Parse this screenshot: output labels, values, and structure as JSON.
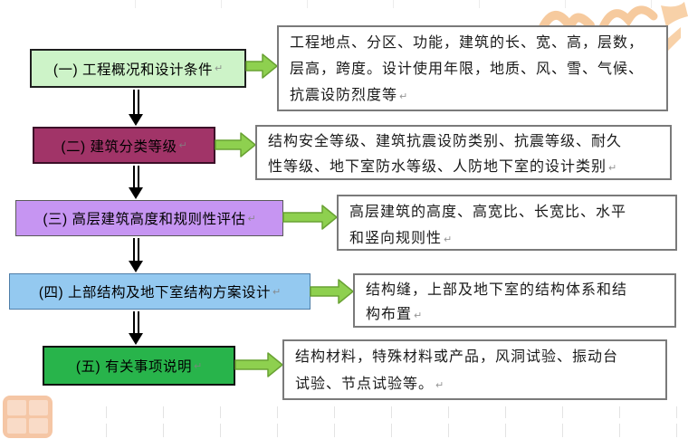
{
  "page": {
    "background": "#ffffff"
  },
  "watermarks": {
    "top_right_logo": {
      "name": "orange-logo-fragment",
      "color": "#f0a050"
    },
    "bottom_left_seal": {
      "name": "red-seal-stamp",
      "color": "#eea069"
    }
  },
  "flowchart": {
    "eol_mark": "↵",
    "arrow_fill": "#8ed04f",
    "arrow_stroke": "#69a233",
    "connector_color": "#000000",
    "rows": [
      {
        "step": {
          "label": "(一) 工程概况和设计条件",
          "fill": "#cdf3c8",
          "text_color": "#000000"
        },
        "detail": {
          "text": "工程地点、分区、功能，建筑的长、宽、高，层数，\n层高，跨度。设计使用年限，地质、风、雪、气候、\n抗震设防烈度等"
        }
      },
      {
        "step": {
          "label": "(二) 建筑分类等级",
          "fill": "#a13468",
          "text_color": "#000000"
        },
        "detail": {
          "text": "结构安全等级、建筑抗震设防类别、抗震等级、耐久\n性等级、地下室防水等级、人防地下室的设计类别"
        }
      },
      {
        "step": {
          "label": "(三) 高层建筑高度和规则性评估",
          "fill": "#c695f2",
          "text_color": "#000000"
        },
        "detail": {
          "text": "高层建筑的高度、高宽比、长宽比、水平\n和竖向规则性"
        }
      },
      {
        "step": {
          "label": "(四) 上部结构及地下室结构方案设计",
          "fill": "#94c9f0",
          "text_color": "#000000"
        },
        "detail": {
          "text": "结构缝，上部及地下室的结构体系和结\n构布置"
        }
      },
      {
        "step": {
          "label": "(五) 有关事项说明",
          "fill": "#28b44b",
          "text_color": "#000000"
        },
        "detail": {
          "text": "结构材料，特殊材料或产品，风洞试验、振动台\n试验、节点试验等。"
        }
      }
    ]
  }
}
